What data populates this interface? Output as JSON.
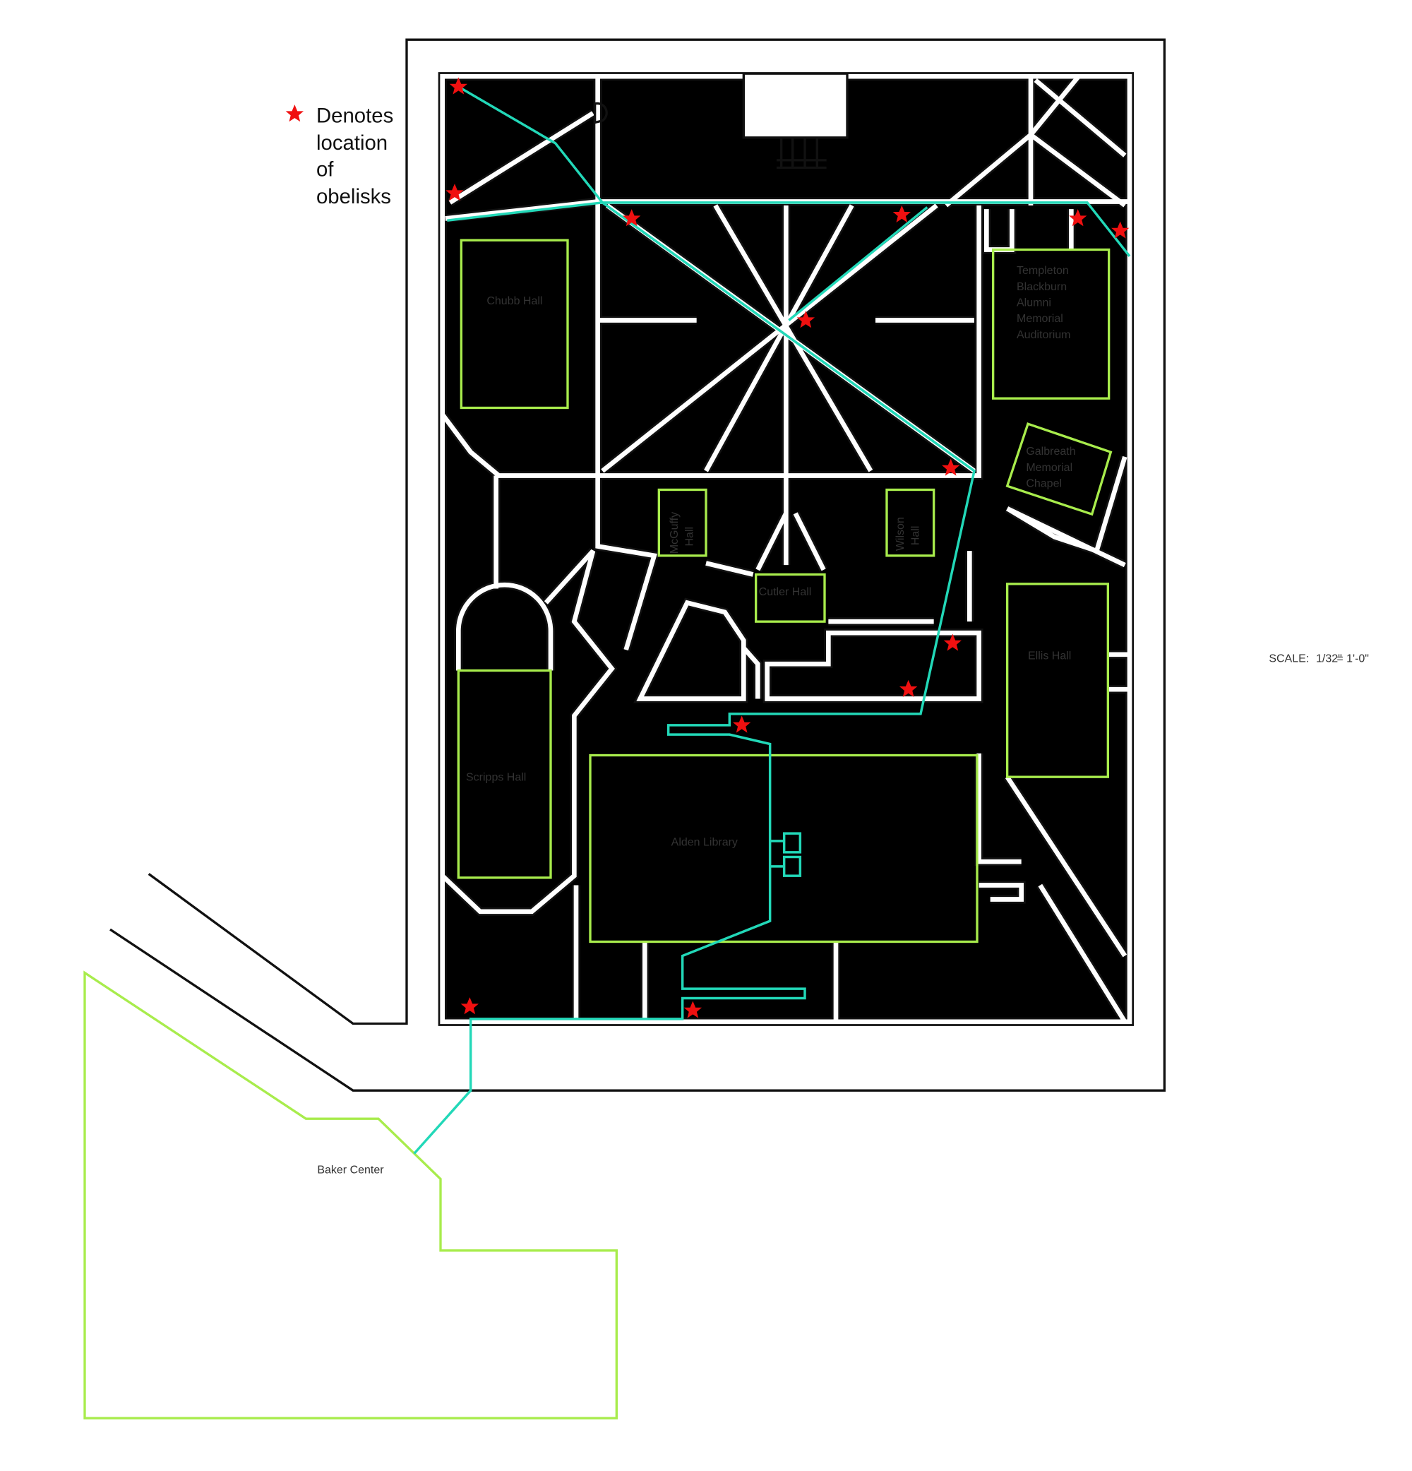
{
  "legend": {
    "icon": "red-star-icon",
    "lines": [
      "Denotes",
      "location",
      "of",
      "obelisks"
    ]
  },
  "scale": {
    "prefix": "SCALE:",
    "fraction": "1/32\"",
    "suffix": "= 1'-0\""
  },
  "buildings": {
    "chubb": "Chubb Hall",
    "templeton": [
      "Templeton",
      "Blackburn",
      "Alumni",
      "Memorial",
      "Auditorium"
    ],
    "galbreath": [
      "Galbreath",
      "Memorial",
      "Chapel"
    ],
    "mcguffy": [
      "McGuffy",
      "Hall"
    ],
    "wilson": [
      "Wilson",
      "Hall"
    ],
    "cutler": "Cutler Hall",
    "ellis": "Ellis Hall",
    "scripps": "Scripps Hall",
    "alden": "Alden Library",
    "baker": "Baker Center"
  },
  "colors": {
    "building": "#a8ec4c",
    "route": "#22d8b8",
    "obelisk": "#f01010",
    "walkway": "#111111"
  },
  "obelisk_count": 13
}
